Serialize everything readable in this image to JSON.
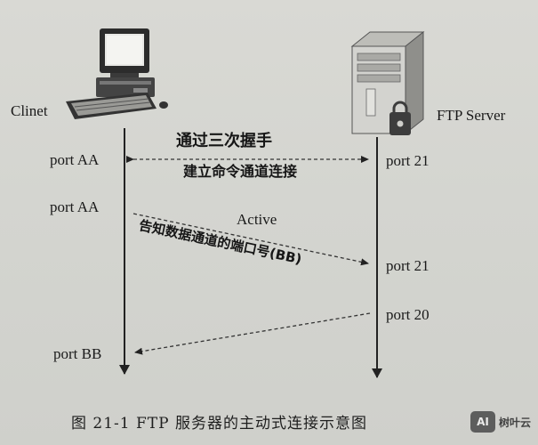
{
  "client": {
    "label": "Clinet"
  },
  "server": {
    "label": "FTP Server"
  },
  "ports": {
    "client_aa_1": "port AA",
    "client_aa_2": "port AA",
    "client_bb": "port BB",
    "server_21_1": "port 21",
    "server_21_2": "port 21",
    "server_20": "port 20"
  },
  "messages": {
    "handshake_title": "通过三次握手",
    "command_channel": "建立命令通道连接",
    "active": "Active",
    "notify_port": "告知数据通道的端口号(BB)"
  },
  "caption": "图 21-1  FTP 服务器的主动式连接示意图",
  "watermark": {
    "badge": "AI",
    "name": "树叶云"
  },
  "icons": [
    "computer-icon",
    "server-icon"
  ]
}
